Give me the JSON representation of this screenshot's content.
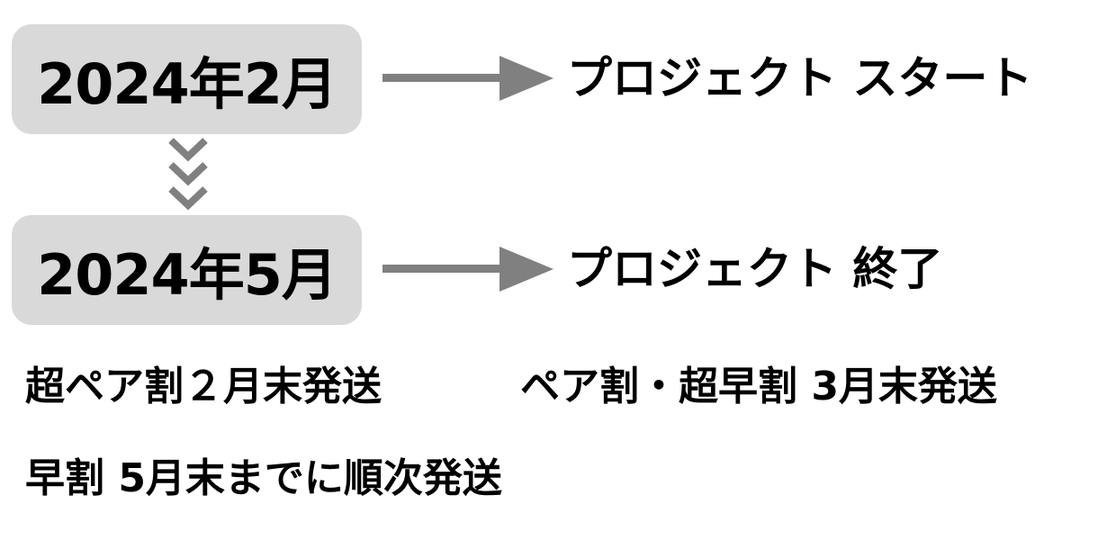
{
  "timeline": {
    "start": {
      "date": "2024年2月",
      "event": "プロジェクト スタート"
    },
    "end": {
      "date": "2024年5月",
      "event": "プロジェクト 終了"
    }
  },
  "notes": {
    "line1_left": "超ペア割２月末発送",
    "line1_right": "ペア割・超早割 3月末発送",
    "line2": "早割 5月末までに順次発送"
  },
  "colors": {
    "box_fill": "#d9d9d9",
    "arrow": "#808080",
    "text": "#000000"
  },
  "icons": {
    "connector": "triple-chevron-down-icon",
    "pointer": "arrow-right-icon"
  }
}
